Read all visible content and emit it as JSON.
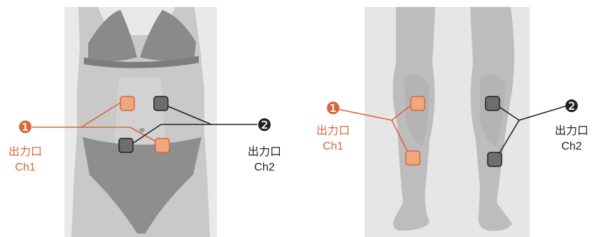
{
  "colors": {
    "ch1": "#d9663c",
    "ch1_pad_fill": "#f0a77f",
    "ch2": "#222222",
    "ch2_pad_fill": "#6e6e6e",
    "photo_bg": "#e9e9e9",
    "skin": "#c7c7c7",
    "garment": "#8c8c8c"
  },
  "left_panel": {
    "ch1": {
      "number_symbol": "❶",
      "label_line1": "出力口",
      "label_line2": "Ch1"
    },
    "ch2": {
      "number_symbol": "❷",
      "label_line1": "出力口",
      "label_line2": "Ch2"
    }
  },
  "right_panel": {
    "ch1": {
      "number_symbol": "❶",
      "label_line1": "出力口",
      "label_line2": "Ch1"
    },
    "ch2": {
      "number_symbol": "❷",
      "label_line1": "出力口",
      "label_line2": "Ch2"
    }
  }
}
